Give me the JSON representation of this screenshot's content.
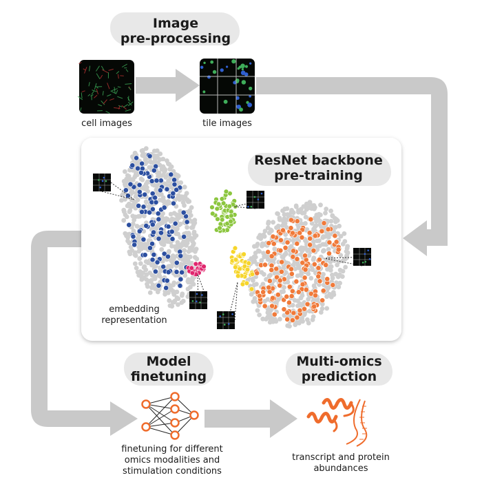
{
  "stages": {
    "preprocessing": {
      "title_line1": "Image",
      "title_line2": "pre-processing",
      "cell_label": "cell images",
      "tile_label": "tile images"
    },
    "pretraining": {
      "title_line1": "ResNet backbone",
      "title_line2": "pre-training",
      "embedding_line1": "embedding",
      "embedding_line2": "representation"
    },
    "finetuning": {
      "title_line1": "Model",
      "title_line2": "finetuning",
      "desc_line1": "finetuning for different",
      "desc_line2": "omics modalities and",
      "desc_line3": "stimulation conditions"
    },
    "prediction": {
      "title_line1": "Multi-omics",
      "title_line2": "prediction",
      "desc_line1": "transcript and protein",
      "desc_line2": "abundances"
    }
  },
  "colors": {
    "arrow": "#c9c9c9",
    "accent": "#ef6c2c",
    "blue": "#2c4fa0",
    "pink": "#e0266e",
    "green": "#8cc63f",
    "yellow": "#f6d52a",
    "orange": "#f07a3a",
    "gray_point": "#cfcfcf"
  }
}
